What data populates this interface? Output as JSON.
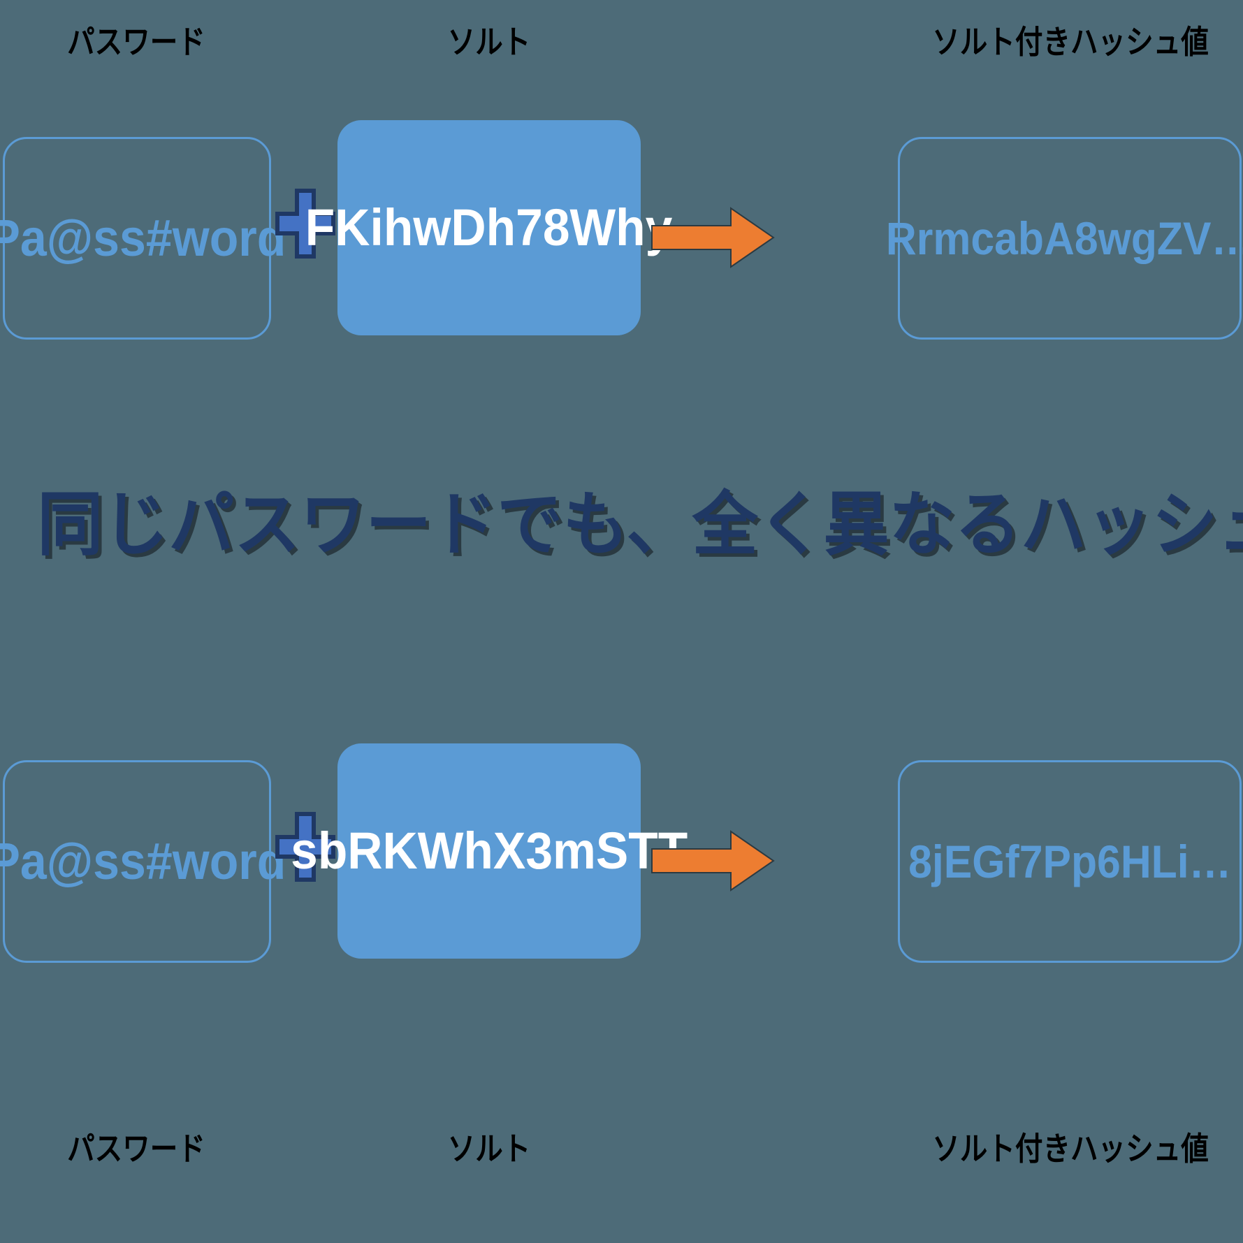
{
  "background_color": "#4d6b78",
  "colors": {
    "box_border": "#5b9bd5",
    "box_fill": "#5b9bd5",
    "value_text": "#5b9bd5",
    "salt_text": "#ffffff",
    "plus": "#4472c4",
    "plus_outline": "#1f3864",
    "arrow": "#ed7d31",
    "headline_text": "#1f3864",
    "caption_text": "#000000"
  },
  "top_row": {
    "captions": {
      "password": "パスワード",
      "salt": "ソルト",
      "hash": "ソルト付きハッシュ値"
    },
    "password_value": "Pa@ss#word",
    "plus_symbol": "+",
    "salt_value": "FKihwDh78Why",
    "arrow_symbol": "→",
    "hash_value": "RrmcabA8wgZV…"
  },
  "headline": "同じパスワードでも、全く異なるハッシュ値に！",
  "bottom_row": {
    "captions": {
      "password": "パスワード",
      "salt": "ソルト",
      "hash": "ソルト付きハッシュ値"
    },
    "password_value": "Pa@ss#word",
    "plus_symbol": "+",
    "salt_value": "sbRKWhX3mSTT",
    "arrow_symbol": "→",
    "hash_value": "8jEGf7Pp6HLi…"
  }
}
